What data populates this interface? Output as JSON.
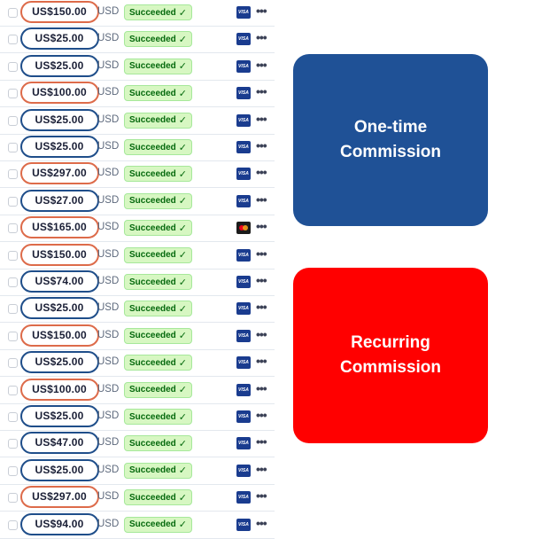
{
  "colors": {
    "one_time_oval": "#dd6b4a",
    "recurring_oval": "#1f4e8a",
    "one_time_box": "#1f5196",
    "recurring_box": "#ff0000",
    "status_green": "#05690d"
  },
  "legend": {
    "one_time": "One-time\nCommission",
    "recurring": "Recurring\nCommission"
  },
  "payments": [
    {
      "amount": "US$150.00",
      "currency": "USD",
      "status": "Succeeded",
      "type": "one-time",
      "card": "visa"
    },
    {
      "amount": "US$25.00",
      "currency": "USD",
      "status": "Succeeded",
      "type": "recurring",
      "card": "visa"
    },
    {
      "amount": "US$25.00",
      "currency": "USD",
      "status": "Succeeded",
      "type": "recurring",
      "card": "visa"
    },
    {
      "amount": "US$100.00",
      "currency": "USD",
      "status": "Succeeded",
      "type": "one-time",
      "card": "visa"
    },
    {
      "amount": "US$25.00",
      "currency": "USD",
      "status": "Succeeded",
      "type": "recurring",
      "card": "visa"
    },
    {
      "amount": "US$25.00",
      "currency": "USD",
      "status": "Succeeded",
      "type": "recurring",
      "card": "visa"
    },
    {
      "amount": "US$297.00",
      "currency": "USD",
      "status": "Succeeded",
      "type": "one-time",
      "card": "visa"
    },
    {
      "amount": "US$27.00",
      "currency": "USD",
      "status": "Succeeded",
      "type": "recurring",
      "card": "visa"
    },
    {
      "amount": "US$165.00",
      "currency": "USD",
      "status": "Succeeded",
      "type": "one-time",
      "card": "mastercard"
    },
    {
      "amount": "US$150.00",
      "currency": "USD",
      "status": "Succeeded",
      "type": "one-time",
      "card": "visa"
    },
    {
      "amount": "US$74.00",
      "currency": "USD",
      "status": "Succeeded",
      "type": "recurring",
      "card": "visa"
    },
    {
      "amount": "US$25.00",
      "currency": "USD",
      "status": "Succeeded",
      "type": "recurring",
      "card": "visa"
    },
    {
      "amount": "US$150.00",
      "currency": "USD",
      "status": "Succeeded",
      "type": "one-time",
      "card": "visa"
    },
    {
      "amount": "US$25.00",
      "currency": "USD",
      "status": "Succeeded",
      "type": "recurring",
      "card": "visa"
    },
    {
      "amount": "US$100.00",
      "currency": "USD",
      "status": "Succeeded",
      "type": "one-time",
      "card": "visa"
    },
    {
      "amount": "US$25.00",
      "currency": "USD",
      "status": "Succeeded",
      "type": "recurring",
      "card": "visa"
    },
    {
      "amount": "US$47.00",
      "currency": "USD",
      "status": "Succeeded",
      "type": "recurring",
      "card": "visa"
    },
    {
      "amount": "US$25.00",
      "currency": "USD",
      "status": "Succeeded",
      "type": "recurring",
      "card": "visa"
    },
    {
      "amount": "US$297.00",
      "currency": "USD",
      "status": "Succeeded",
      "type": "one-time",
      "card": "visa"
    },
    {
      "amount": "US$94.00",
      "currency": "USD",
      "status": "Succeeded",
      "type": "recurring",
      "card": "visa"
    }
  ],
  "icons": {
    "status": "checkmark-icon",
    "visa": "visa-card-icon",
    "mastercard": "mastercard-card-icon",
    "more": "more-actions-icon"
  }
}
